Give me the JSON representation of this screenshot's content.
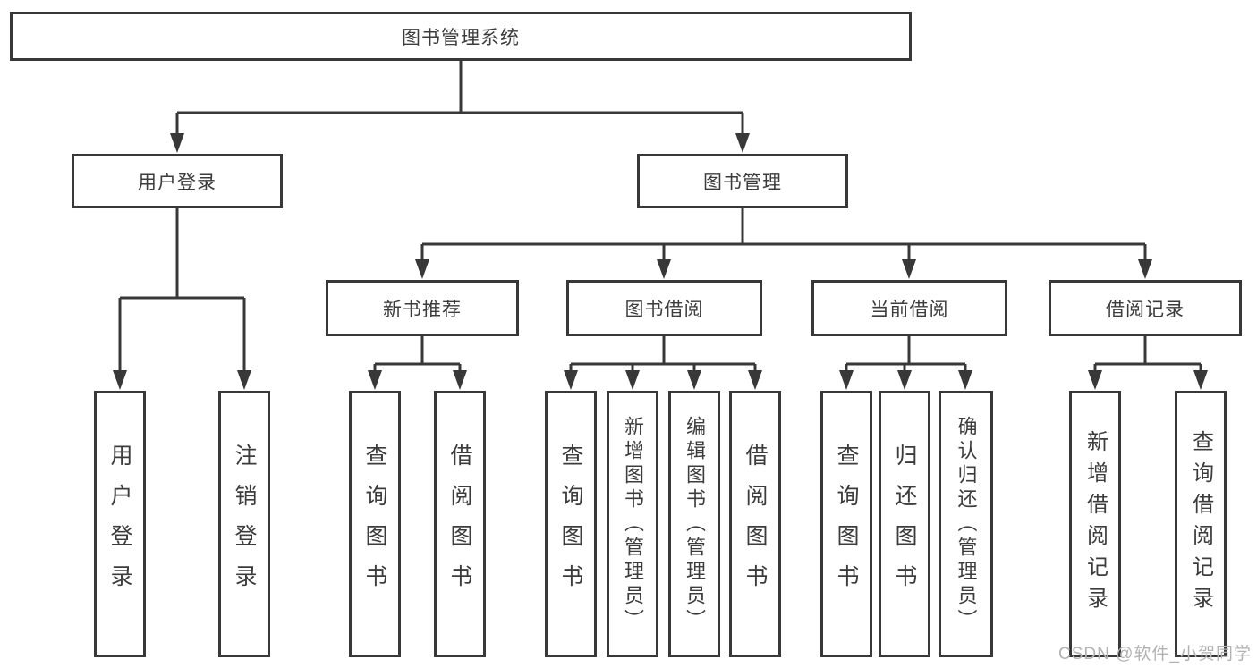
{
  "tree": {
    "label": "图书管理系统",
    "children": [
      {
        "label": "用户登录",
        "children": [
          {
            "label": "用户登录"
          },
          {
            "label": "注销登录"
          }
        ]
      },
      {
        "label": "图书管理",
        "children": [
          {
            "label": "新书推荐",
            "children": [
              {
                "label": "查询图书"
              },
              {
                "label": "借阅图书"
              }
            ]
          },
          {
            "label": "图书借阅",
            "children": [
              {
                "label": "查询图书"
              },
              {
                "label": "新增图书（管理员）"
              },
              {
                "label": "编辑图书（管理员）"
              },
              {
                "label": "借阅图书"
              }
            ]
          },
          {
            "label": "当前借阅",
            "children": [
              {
                "label": "查询图书"
              },
              {
                "label": "归还图书"
              },
              {
                "label": "确认归还（管理员）"
              }
            ]
          },
          {
            "label": "借阅记录",
            "children": [
              {
                "label": "新增借阅记录"
              },
              {
                "label": "查询借阅记录"
              }
            ]
          }
        ]
      }
    ]
  },
  "watermark": {
    "text": "CSDN @软件_小贺同学"
  },
  "colors": {
    "line": "#383838",
    "text": "#3c3c3c",
    "background": "#ffffff",
    "watermark": "#b2b2b2"
  }
}
